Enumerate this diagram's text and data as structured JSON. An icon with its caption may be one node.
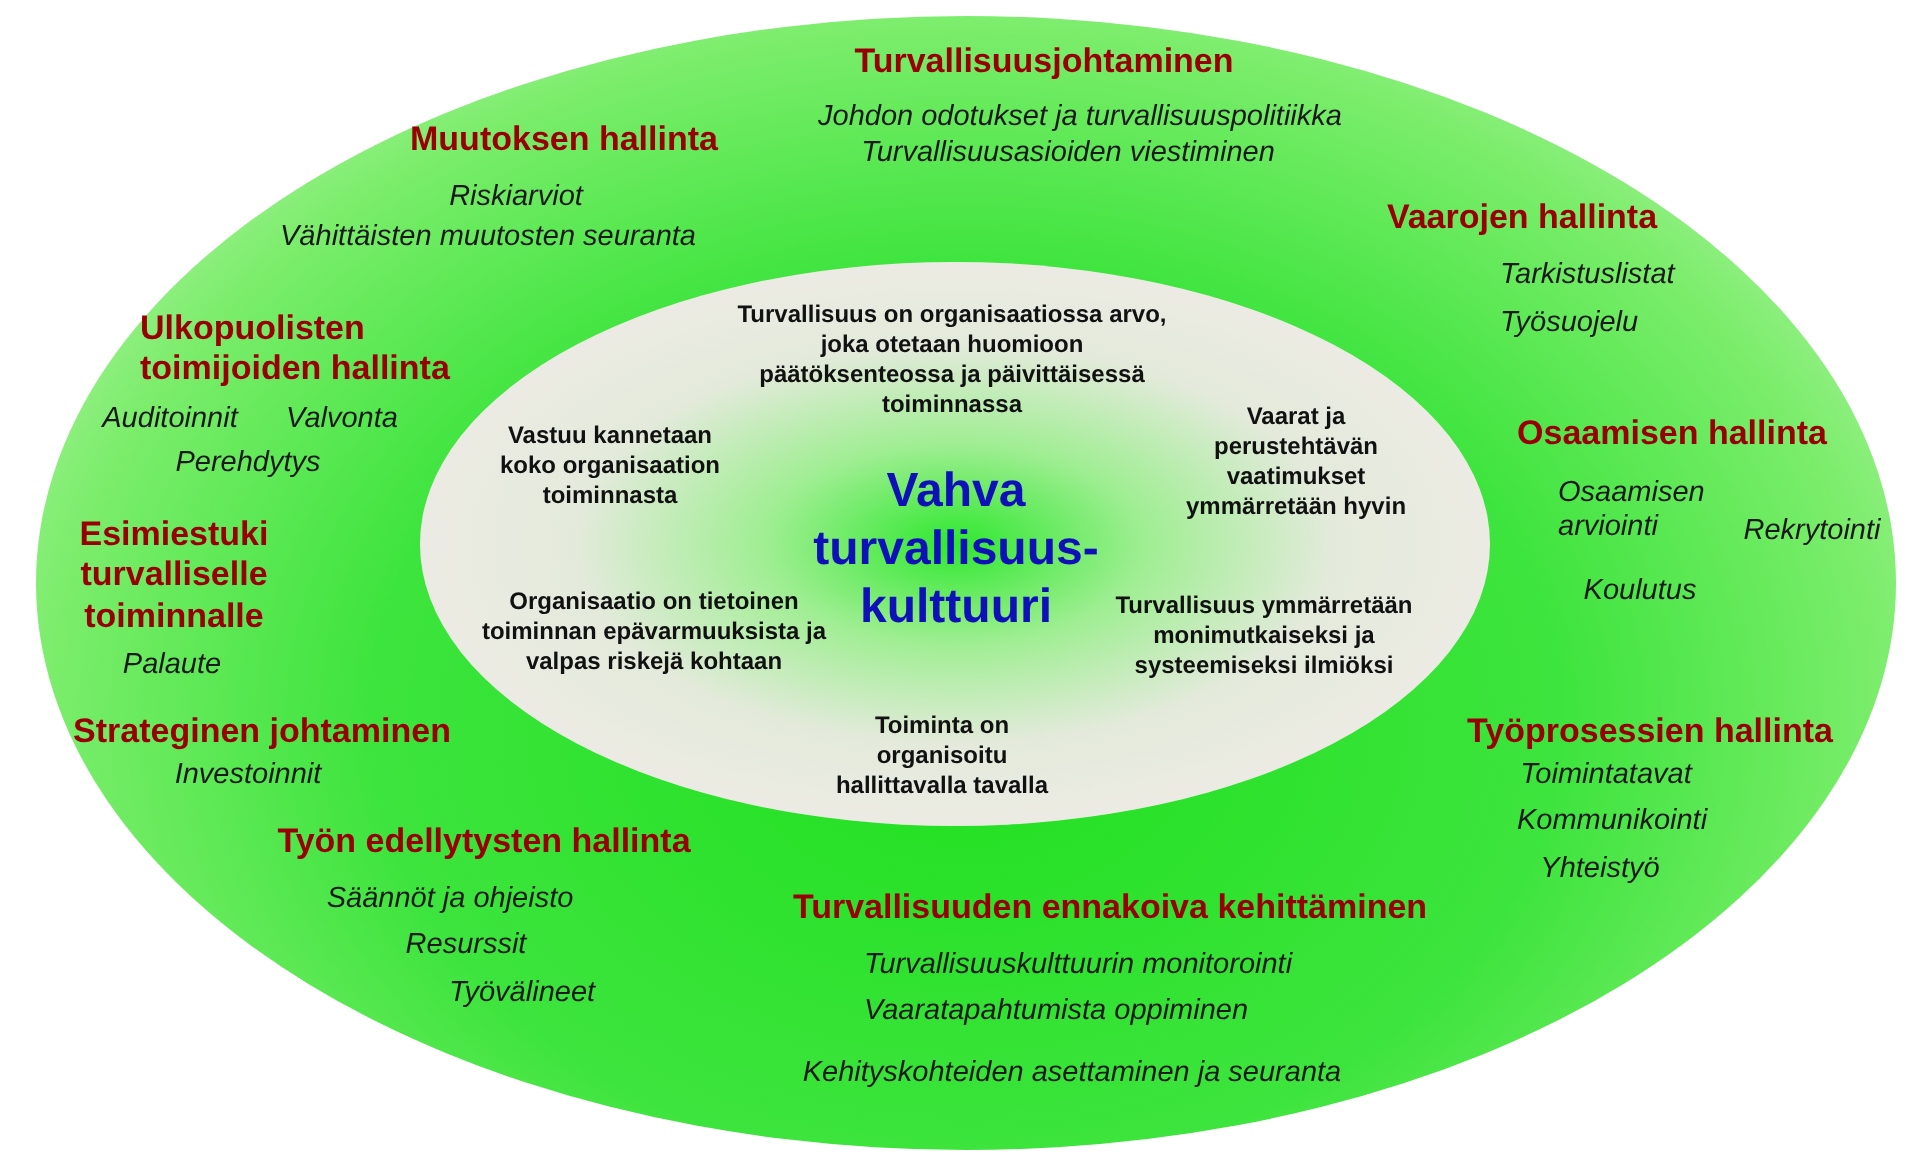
{
  "diagram": {
    "nodes": [
      {
        "text": [
          "Turvallisuusjohtaminen",
          "Johdon odotukset ja turvallisuuspolitiikka",
          "Turvallisuusasioiden viestiminen",
          "Muutoksen hallinta",
          "Riskiarviot",
          "Vaarojen hallinta",
          "Vähittäisten muutosten seuranta",
          "Tarkistuslistat",
          "Ulkopuolisten toimijoiden hallinta",
          "Työsuojelu",
          "Auditoinnit",
          "Valvonta",
          "Osaamisen hallinta",
          "Perehdytys",
          "Osaamisen arviointi",
          "Esimiestuki turvalliselle toiminnalle",
          "Rekrytointi",
          "Koulutus",
          "Palaute",
          "Strateginen johtaminen",
          "Työprosessien hallinta",
          "Investoinnit",
          "Toimintatavat",
          "Kommunikointi",
          "Työn edellytysten hallinta",
          "Yhteistyö",
          "Säännöt ja ohjeisto",
          "Turvallisuuden ennakoiva kehittäminen",
          "Resurssit",
          "Turvallisuuskulttuurin monitorointi",
          "Työvälineet",
          "Vaaratapahtumista oppiminen",
          "Kehityskohteiden asettaminen ja seuranta"
        ]
      },
      {
        "text": [
          "Turvallisuus on organisaatiossa arvo, joka otetaan huomioon päätöksenteossa ja päivittäisessä toiminnassa",
          "Vastuu kannetaan koko organisaation toiminnasta",
          "Vaarat ja perustehtävän vaatimukset ymmärretään hyvin",
          "Vahva turvallisuus-kulttuuri",
          "Organisaatio on tietoinen toiminnan epävarmuuksista ja valpas riskejä kohtaan",
          "Turvallisuus ymmärretään monimutkaiseksi ja systeemiseksi ilmiöksi",
          "Toiminta on organisoitu hallittavalla tavalla"
        ],
        "in": 0
      }
    ]
  }
}
